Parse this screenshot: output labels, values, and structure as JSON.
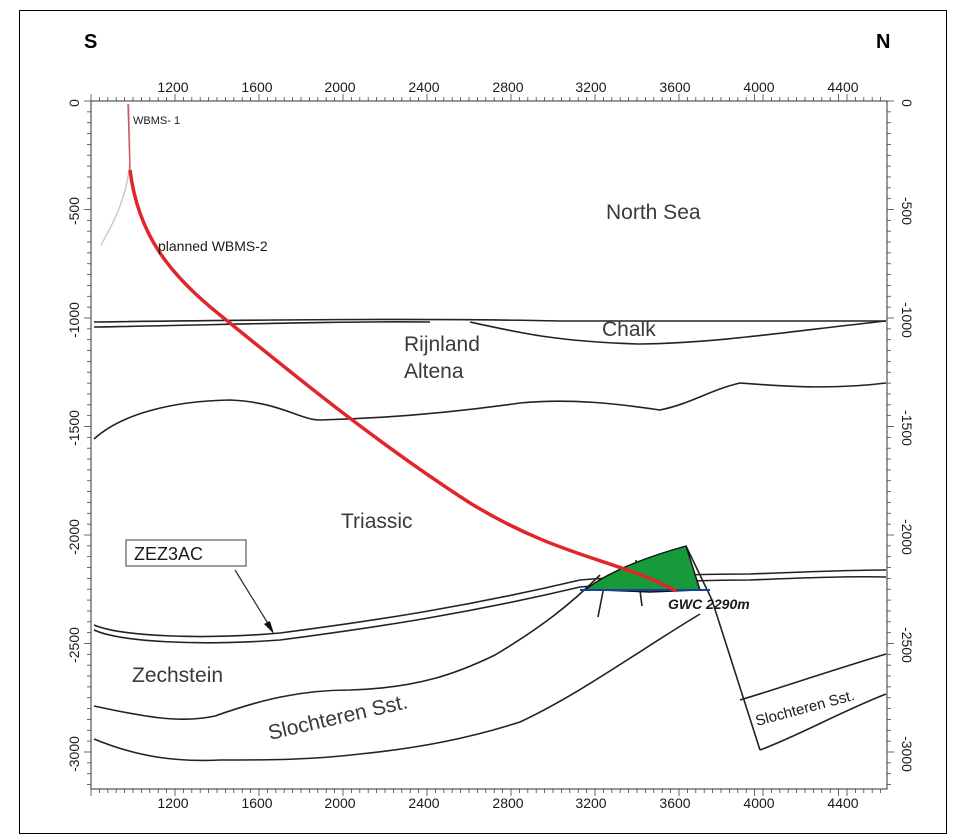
{
  "directions": {
    "left": "S",
    "right": "N"
  },
  "x_ticks": [
    "1200",
    "1600",
    "2000",
    "2400",
    "2800",
    "3200",
    "3600",
    "4000",
    "4400"
  ],
  "y_ticks_left": [
    "0",
    "-500",
    "-1000",
    "-1500",
    "-2000",
    "-2500",
    "-3000"
  ],
  "y_ticks_right": [
    "0",
    "-500",
    "-1000",
    "-1500",
    "-2000",
    "-2500",
    "-3000"
  ],
  "labels": {
    "existing_well": "WBMS- 1",
    "planned_well": "planned WBMS-2",
    "north_sea": "North Sea",
    "chalk": "Chalk",
    "rijnland": "Rijnland",
    "altena": "Altena",
    "triassic": "Triassic",
    "marker": "ZEZ3AC",
    "gwc": "GWC 2290m",
    "zechstein": "Zechstein",
    "slochteren_left": "Slochteren Sst.",
    "slochteren_right": "Slochteren Sst."
  },
  "colors": {
    "planned_well": "#e0262b",
    "existing_well": "#d55060",
    "reservoir": "#169a3a",
    "gwc": "#1b3f9e",
    "horizon": "#222222"
  },
  "x_range_m": [
    900,
    4600
  ],
  "depth_range_m": [
    0,
    3150
  ]
}
